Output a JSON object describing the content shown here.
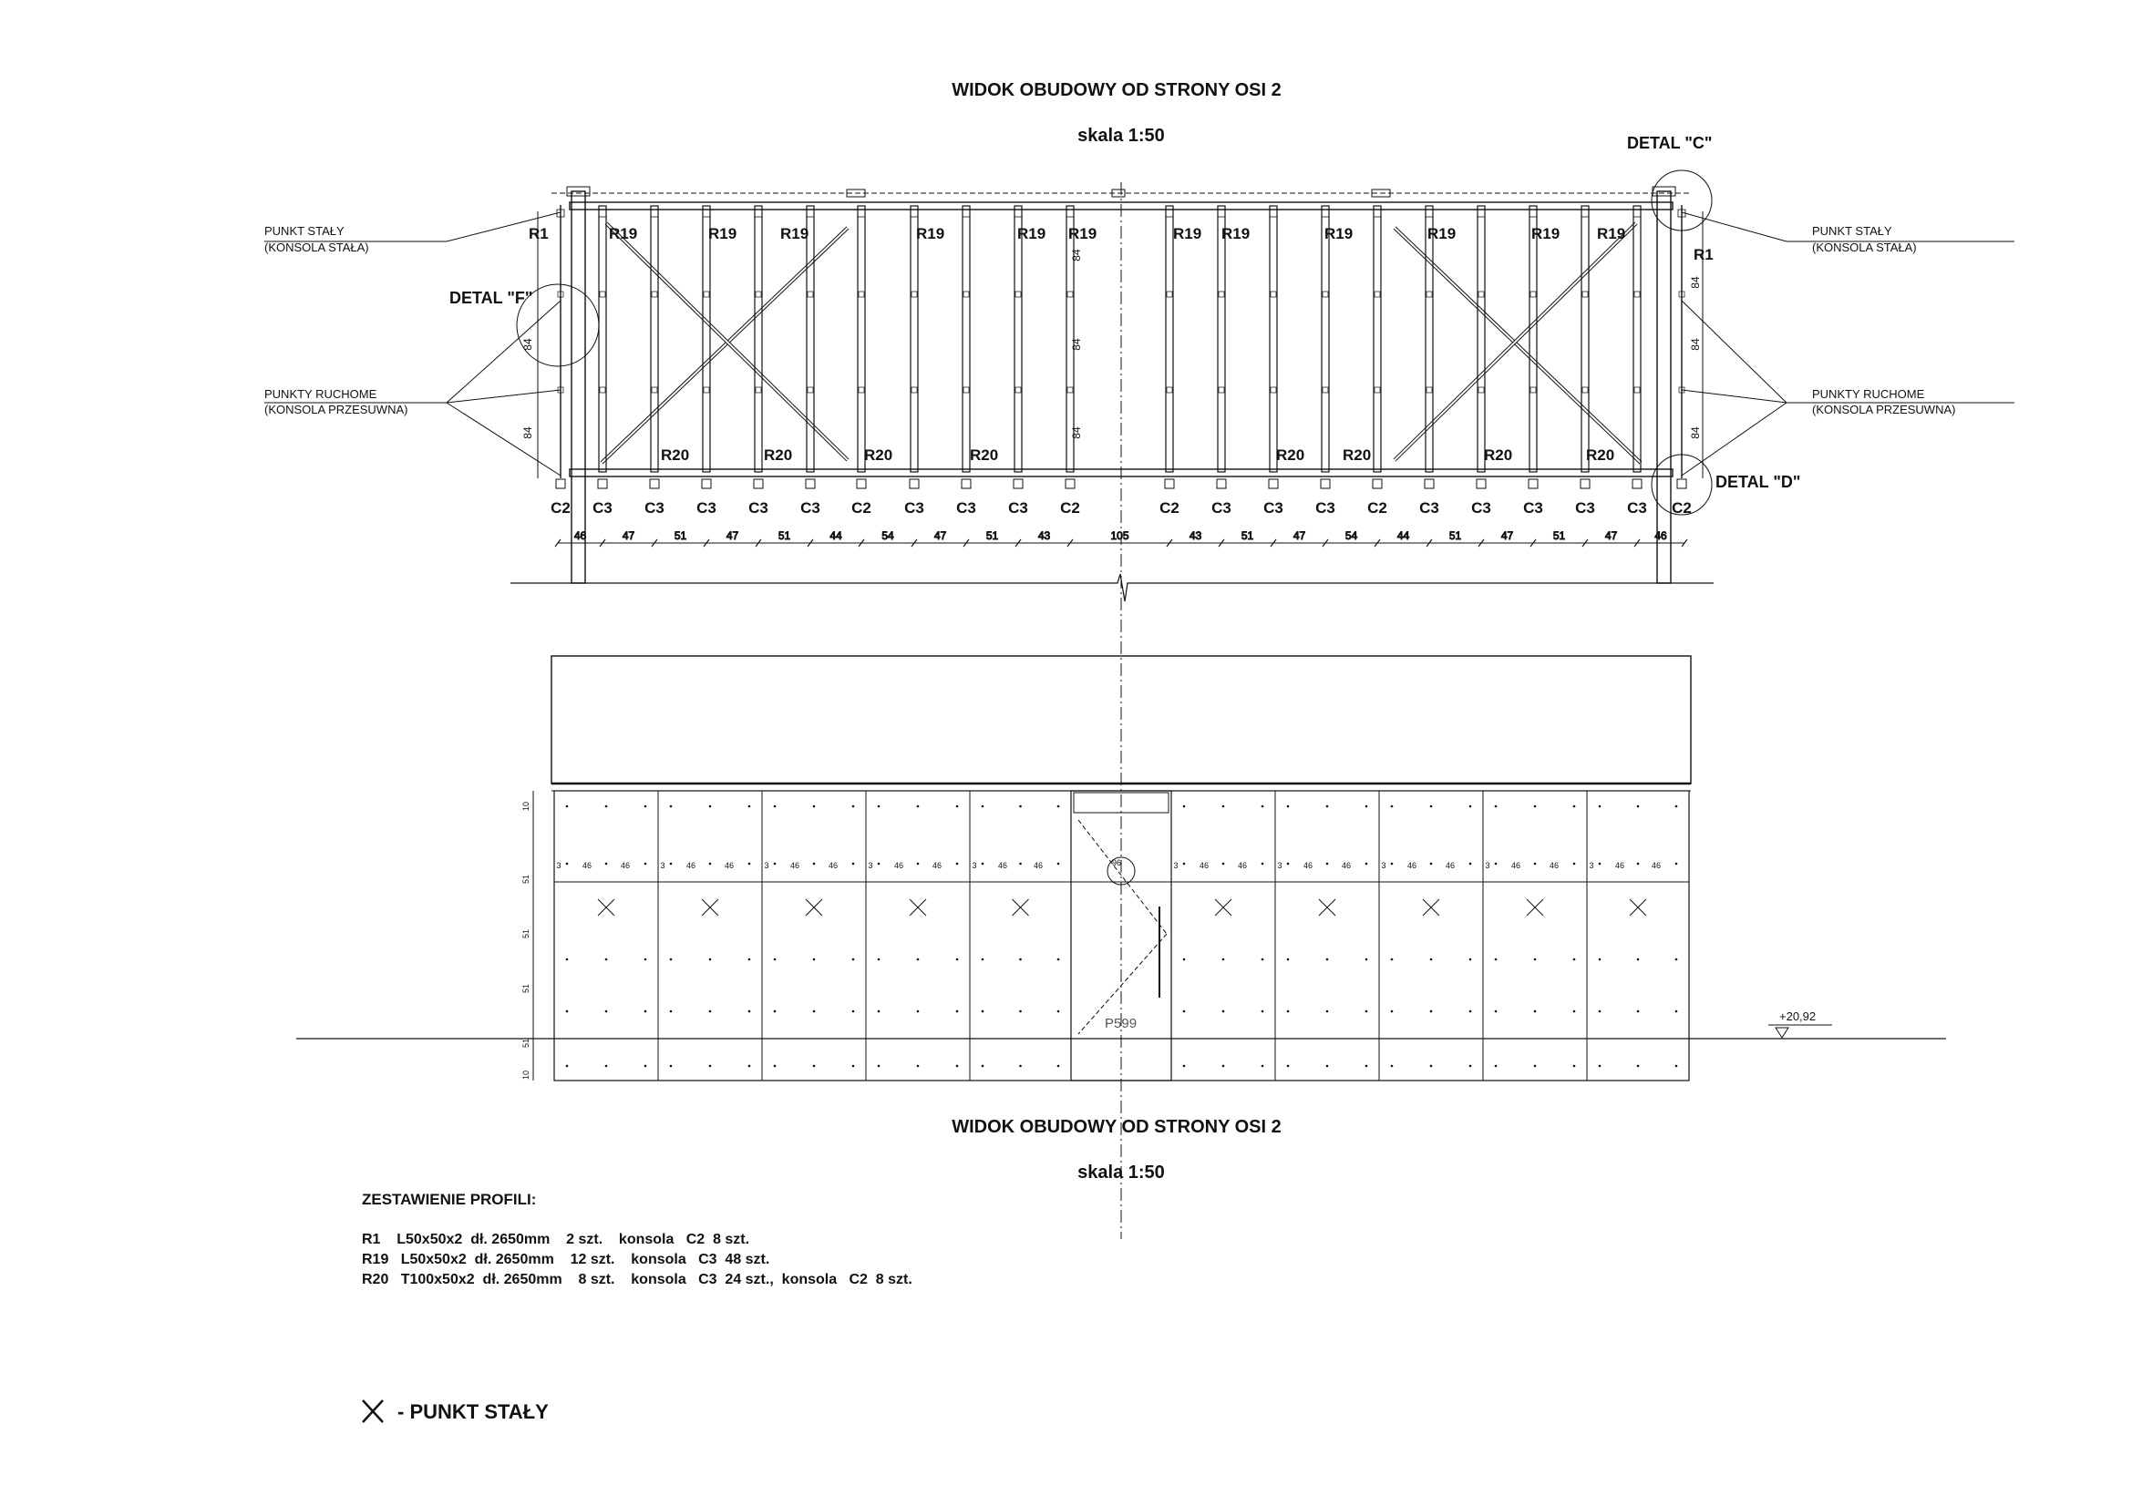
{
  "drawing": {
    "top_title": "WIDOK OBUDOWY OD STRONY OSI 2",
    "top_scale": "skala 1:50",
    "bottom_title": "WIDOK OBUDOWY OD STRONY OSI 2",
    "bottom_scale": "skala 1:50",
    "details": {
      "c": "DETAL \"C\"",
      "d": "DETAL \"D\"",
      "f": "DETAL \"F\""
    },
    "callouts": {
      "left_fixed_line1": "PUNKT STAŁY",
      "left_fixed_line2": "(KONSOLA STAŁA)",
      "left_moving_line1": "PUNKTY RUCHOME",
      "left_moving_line2": "(KONSOLA PRZESUWNA)",
      "right_fixed_line1": "PUNKT STAŁY",
      "right_fixed_line2": "(KONSOLA STAŁA)",
      "right_moving_line1": "PUNKTY RUCHOME",
      "right_moving_line2": "(KONSOLA PRZESUWNA)"
    },
    "r1_left": "R1",
    "r1_right": "R1",
    "r19_labels": [
      "R19",
      "R19",
      "R19",
      "R19",
      "R19",
      "R19",
      "R19",
      "R19",
      "R19",
      "R19",
      "R19",
      "R19"
    ],
    "r20_labels": [
      "R20",
      "R20",
      "R20",
      "R20",
      "R20",
      "R20",
      "R20",
      "R20"
    ],
    "bracket_labels": [
      "C2",
      "C3",
      "C3",
      "C3",
      "C3",
      "C3",
      "C2",
      "C3",
      "C3",
      "C3",
      "C2",
      "C2",
      "C3",
      "C3",
      "C3",
      "C2",
      "C3",
      "C3",
      "C3",
      "C3",
      "C3",
      "C2"
    ],
    "span_dims": [
      "46",
      "47",
      "51",
      "47",
      "51",
      "44",
      "54",
      "47",
      "51",
      "43",
      "105",
      "43",
      "51",
      "47",
      "54",
      "44",
      "51",
      "47",
      "51",
      "47",
      "46"
    ],
    "vertical_dims_left": [
      "84",
      "84"
    ],
    "vertical_dims_right": [
      "84",
      "84",
      "84"
    ],
    "vertical_dims_center": [
      "84",
      "84",
      "84"
    ],
    "elevation": {
      "level": "+20,92",
      "door_tag": "P599",
      "door_radius_label": "96",
      "panel_dims": [
        "46",
        "46",
        "3"
      ],
      "vertical_dims": [
        "10",
        "51",
        "51",
        "51",
        "51",
        "10"
      ]
    },
    "profiles": {
      "heading": "ZESTAWIENIE PROFILI:",
      "rows": [
        "R1    L50x50x2  dł. 2650mm    2 szt.    konsola   C2  8 szt.",
        "R19   L50x50x2  dł. 2650mm    12 szt.    konsola   C3  48 szt.",
        "R20   T100x50x2  dł. 2650mm    8 szt.    konsola   C3  24 szt.,  konsola   C2  8 szt."
      ]
    },
    "legend_text": "-  PUNKT STAŁY"
  }
}
